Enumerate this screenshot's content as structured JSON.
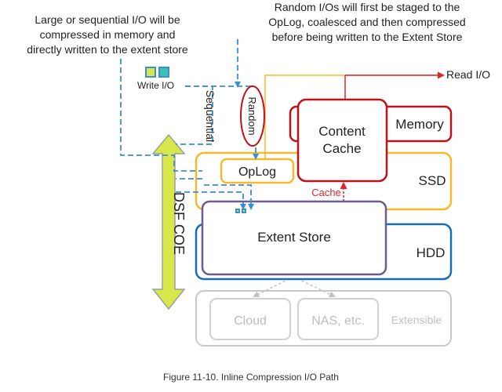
{
  "annotations": {
    "left_note": [
      "Large or sequential I/O will be",
      "compressed in memory and",
      "directly written to the extent store"
    ],
    "right_note": [
      "Random I/Os will first be staged to the",
      "OpLog, coalesced and then compressed",
      "before being written to the Extent Store"
    ]
  },
  "labels": {
    "write_io": "Write I/O",
    "sequential": "Sequential",
    "random": "Random",
    "read_io": "Read I/O",
    "dsf_coe": "DSF COE",
    "cache_arrow": "Cache"
  },
  "tiers": {
    "memory": "Memory",
    "ssd": "SSD",
    "hdd": "HDD",
    "extensible": "Extensible"
  },
  "components": {
    "content_cache": [
      "Content",
      "Cache"
    ],
    "oplog": "OpLog",
    "extent_store": "Extent Store",
    "cloud": "Cloud",
    "nas": "NAS, etc."
  },
  "caption": "Figure 11-10. Inline Compression I/O Path",
  "colors": {
    "memory": "#c0111a",
    "ssd": "#f6b92b",
    "hdd": "#1a6db5",
    "extent_store": "#6b5b8f",
    "cache_red": "#e0242b",
    "dashed_blue": "#3a8fd0",
    "extensible_gray": "#c8c8c8",
    "dsf_arrow": "#d8e84a"
  }
}
